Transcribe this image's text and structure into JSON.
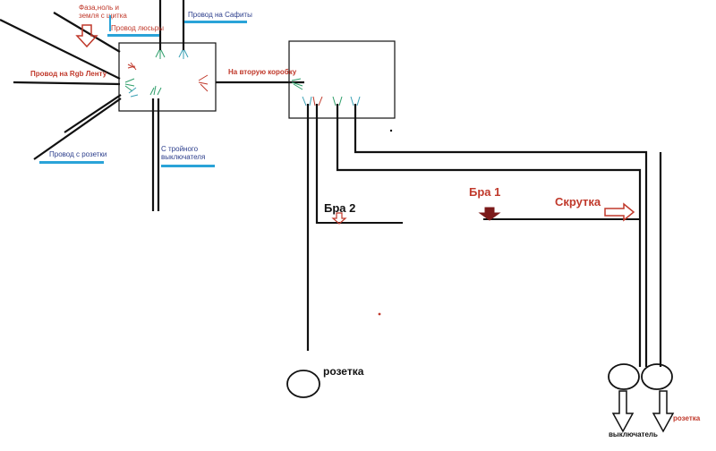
{
  "colors": {
    "wire": "#111111",
    "red": "#c0392b",
    "blue_underline": "#2aa3d8",
    "dark_red": "#7b1a1a",
    "wire_green": "#2e9e6a",
    "wire_teal": "#3aa0b5"
  },
  "labels": {
    "phase_zero_ground": "Фаза,ноль и\nземля с щитка",
    "chandelier_wire": "Провод люсьры",
    "safity_wire": "Провод на Сафиты",
    "rgb_wire": "Провод на Rgb Ленту",
    "to_second_box": "На вторую коробку",
    "socket_wire": "Провод с розетки",
    "triple_switch": "С тройного\nвыключателя",
    "bra2": "Бра 2",
    "bra1": "Бра 1",
    "twist": "Скрутка",
    "socket_bottom": "розетка",
    "switch_bottom": "выключатель",
    "socket_bottom_right": "розетка"
  }
}
